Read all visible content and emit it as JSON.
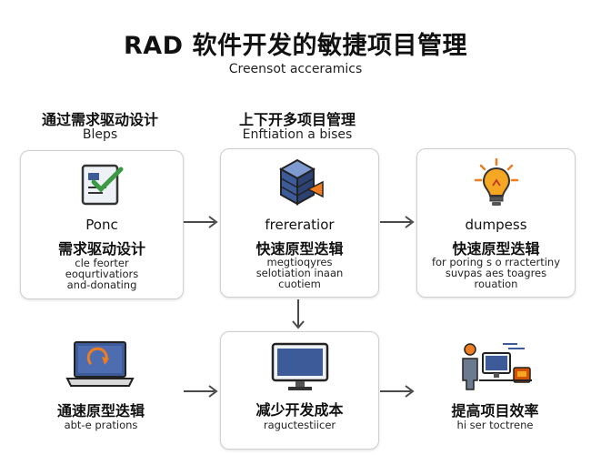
{
  "title": "RAD 软件开发的敏捷项目管理",
  "subtitle": "Creensot acceramics",
  "columns": [
    {
      "heading": "通过需求驱动设计",
      "subheading": "Bleps"
    },
    {
      "heading": "上下开多项目管理",
      "subheading": "Enftiation a bises"
    }
  ],
  "cards": [
    {
      "label_en": "Ponc",
      "label_zh": "需求驱动设计",
      "desc": [
        "cle feorter",
        "eoqurtivatiors",
        "and-donating"
      ],
      "icon": "document-check-icon"
    },
    {
      "label_en": "frereratior",
      "label_zh": "快速原型迭辑",
      "desc": [
        "megtioqyres",
        "selotiation inaan",
        "cuotiem"
      ],
      "icon": "cube-stack-icon"
    },
    {
      "label_en": "dumpess",
      "label_zh": "快速原型迭辑",
      "desc": [
        "for poring s o rractertiny",
        "suvpas aes toagres",
        "rouation"
      ],
      "icon": "lightbulb-icon"
    }
  ],
  "bottom": [
    {
      "label_zh": "通速原型迭辑",
      "sub": "abt-e prations",
      "icon": "laptop-refresh-icon"
    },
    {
      "label_zh": "减少开发成本",
      "sub": "raguctestiicer",
      "icon": "monitor-icon"
    },
    {
      "label_zh": "提高项目效率",
      "sub": "hi ser toctrene",
      "icon": "team-workstation-icon"
    }
  ],
  "colors": {
    "accent_blue": "#3d5a99",
    "accent_orange": "#ee7d22",
    "accent_green": "#3c9a45",
    "arrow": "#4a4a4a"
  }
}
